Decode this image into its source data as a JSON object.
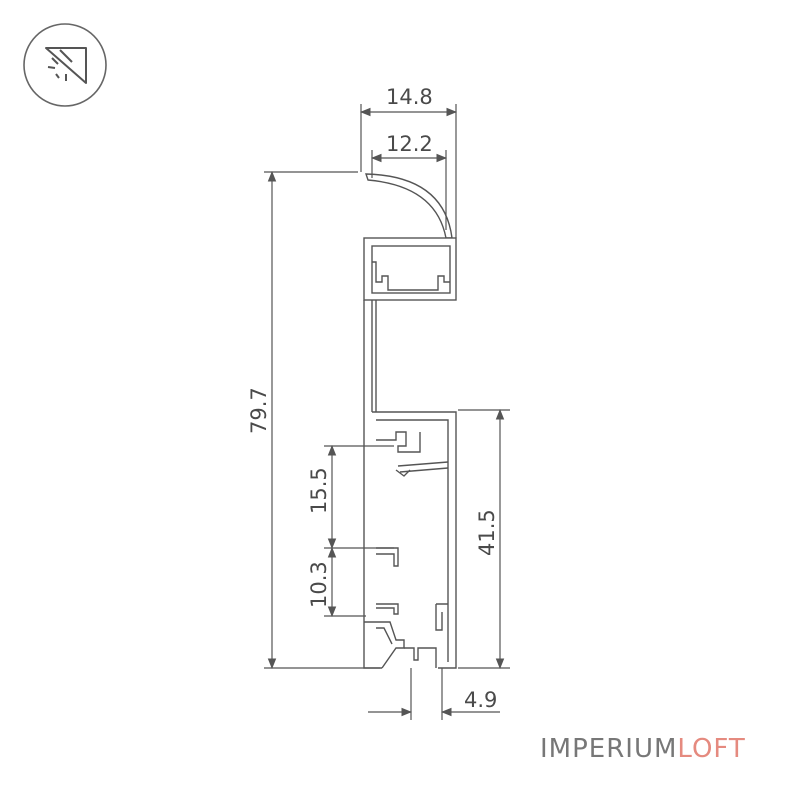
{
  "icon": "corner-light-direction-icon",
  "dimensions": {
    "width_total": "14.8",
    "width_inner": "12.2",
    "height_total": "79.7",
    "height_lower": "41.5",
    "height_slot_1": "15.5",
    "height_slot_2": "10.3",
    "width_bottom": "4.9"
  },
  "brand": {
    "part1": "IMPERIUM",
    "part2": "LOFT"
  },
  "colors": {
    "line": "#555555",
    "brand_primary": "#777777",
    "brand_accent": "#e58a7f"
  }
}
